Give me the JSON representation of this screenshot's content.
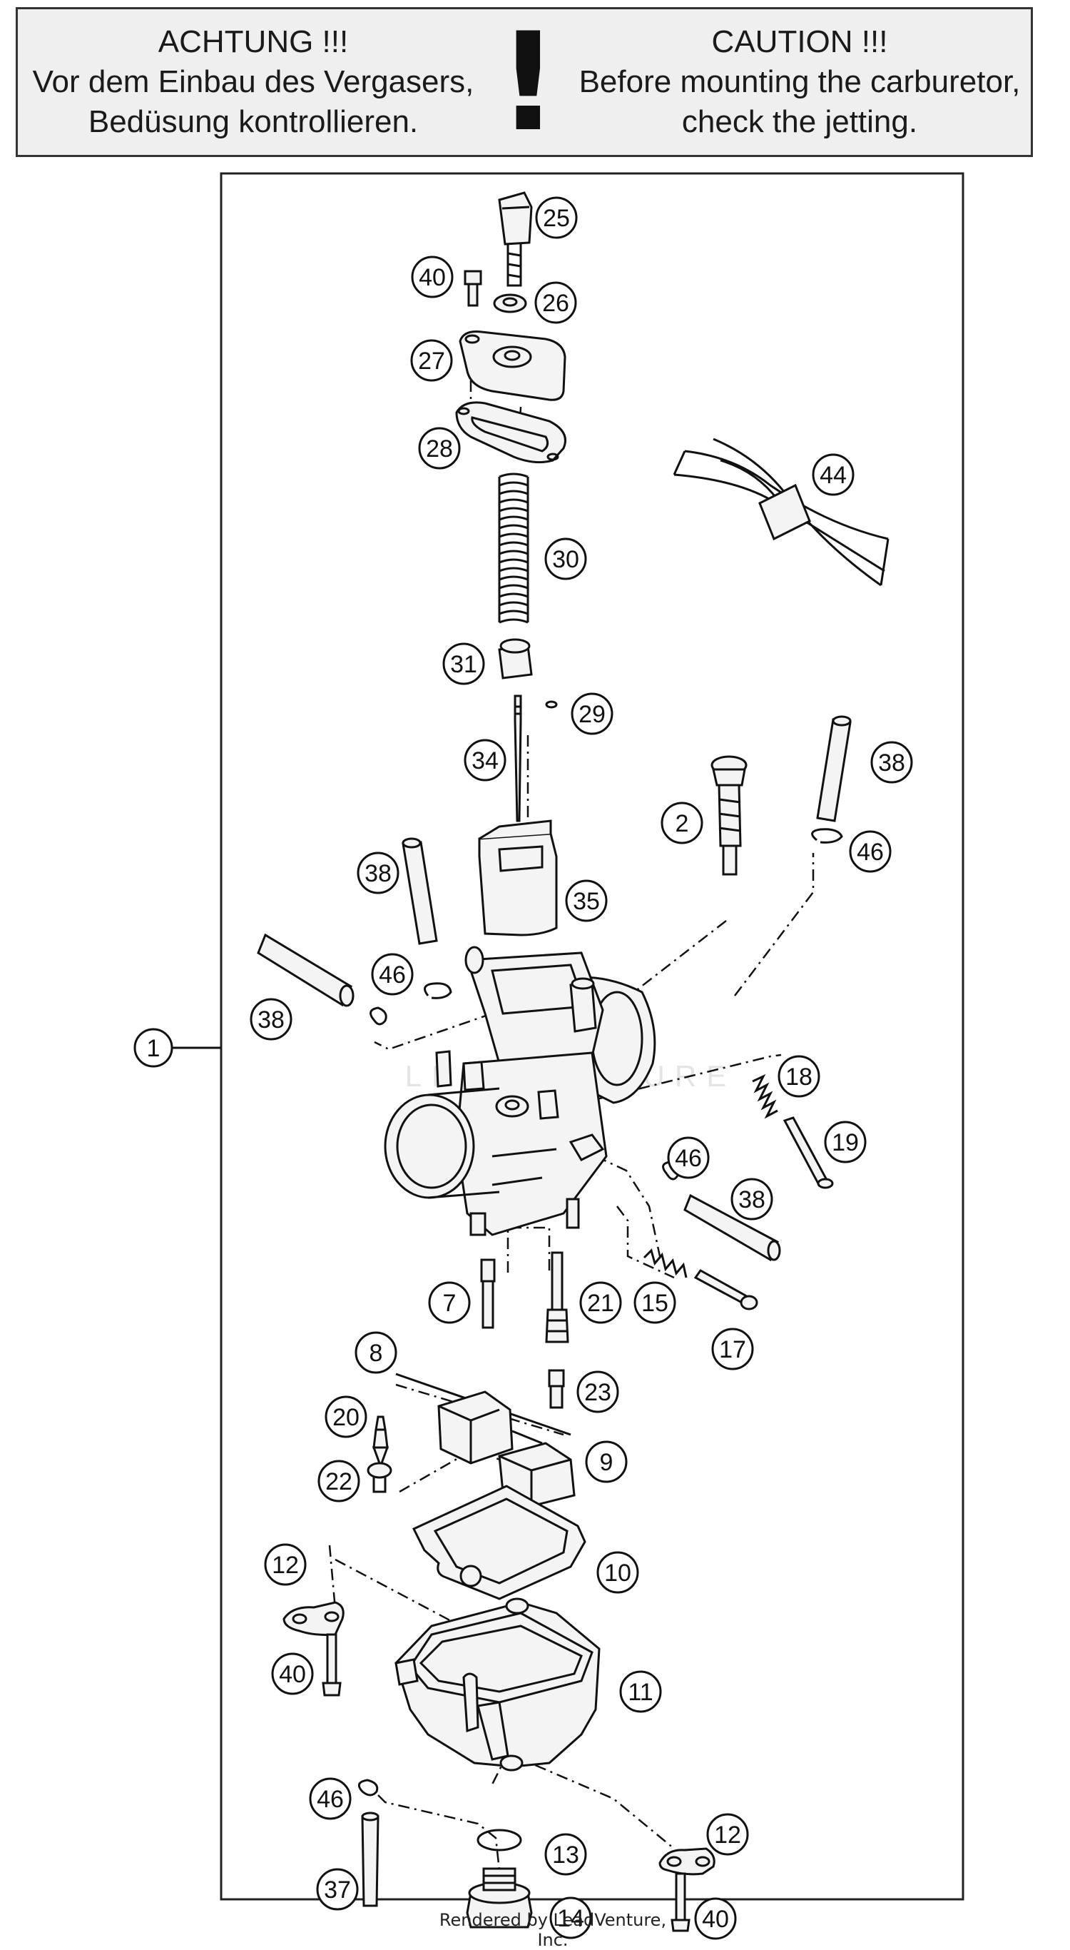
{
  "banner": {
    "german": [
      "ACHTUNG !!!",
      "Vor dem Einbau des Vergasers,",
      "Bedüsung kontrollieren."
    ],
    "english": [
      "CAUTION !!!",
      "Before mounting the carburetor,",
      "check the jetting."
    ],
    "mark": "!"
  },
  "callouts": {
    "n1": "1",
    "n2": "2",
    "n7": "7",
    "n8": "8",
    "n9": "9",
    "n10": "10",
    "n11": "11",
    "n12a": "12",
    "n12b": "12",
    "n13": "13",
    "n14": "14",
    "n15": "15",
    "n17": "17",
    "n18": "18",
    "n19": "19",
    "n20": "20",
    "n21": "21",
    "n22": "22",
    "n23": "23",
    "n25": "25",
    "n26": "26",
    "n27": "27",
    "n28": "28",
    "n29": "29",
    "n30": "30",
    "n31": "31",
    "n34": "34",
    "n35": "35",
    "n37": "37",
    "n38a": "38",
    "n38b": "38",
    "n38c": "38",
    "n38d": "38",
    "n40a": "40",
    "n40b": "40",
    "n40c": "40",
    "n44": "44",
    "n46a": "46",
    "n46b": "46",
    "n46c": "46",
    "n46d": "46"
  },
  "footer": {
    "rendered_by": "Rendered by LeadVenture, Inc."
  },
  "colors": {
    "line": "#111111",
    "banner_bg": "#efefef",
    "part_fill": "#f4f4f4",
    "shade": "#bdbdbd",
    "watermark": "#e4e4e4"
  }
}
